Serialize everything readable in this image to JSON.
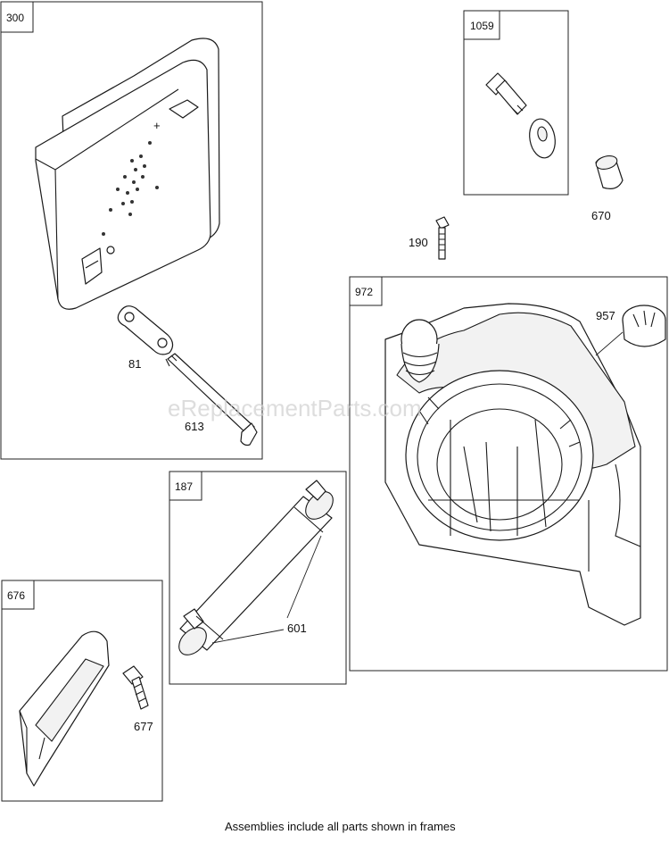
{
  "frames": {
    "f300": "300",
    "f1059": "1059",
    "f972": "972",
    "f187": "187",
    "f676": "676"
  },
  "callouts": {
    "c81": "81",
    "c613": "613",
    "c670": "670",
    "c190": "190",
    "c957": "957",
    "c601": "601",
    "c677": "677"
  },
  "watermark": "eReplacementParts.com",
  "footer": "Assemblies include all parts shown in frames"
}
